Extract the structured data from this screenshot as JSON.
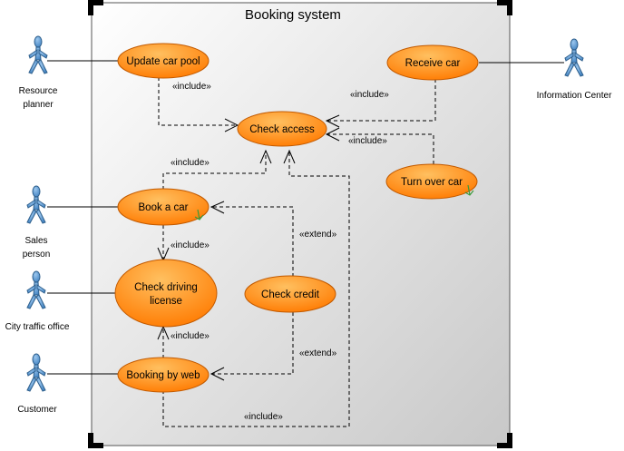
{
  "system": {
    "title": "Booking system"
  },
  "actors": {
    "resource_planner": [
      "Resource",
      "planner"
    ],
    "sales_person": [
      "Sales",
      "person"
    ],
    "city_traffic_office": [
      "City traffic office"
    ],
    "customer": [
      "Customer"
    ],
    "information_center": [
      "Information Center"
    ]
  },
  "use_cases": {
    "update_car_pool": [
      "Update car pool"
    ],
    "check_access": [
      "Check access"
    ],
    "receive_car": [
      "Receive car"
    ],
    "turn_over_car": [
      "Turn over car"
    ],
    "book_a_car": [
      "Book a car"
    ],
    "check_driving_license": [
      "Check driving",
      "license"
    ],
    "check_credit": [
      "Check credit"
    ],
    "booking_by_web": [
      "Booking by web"
    ]
  },
  "relations": {
    "include": "«include»",
    "extend": "«extend»"
  },
  "colors": {
    "usecase_fill_light": "#ffb347",
    "usecase_fill_dark": "#ff7f00",
    "usecase_stroke": "#c25a00",
    "actor_fill": "#5a9bd5",
    "actor_stroke": "#2e5f8c"
  }
}
